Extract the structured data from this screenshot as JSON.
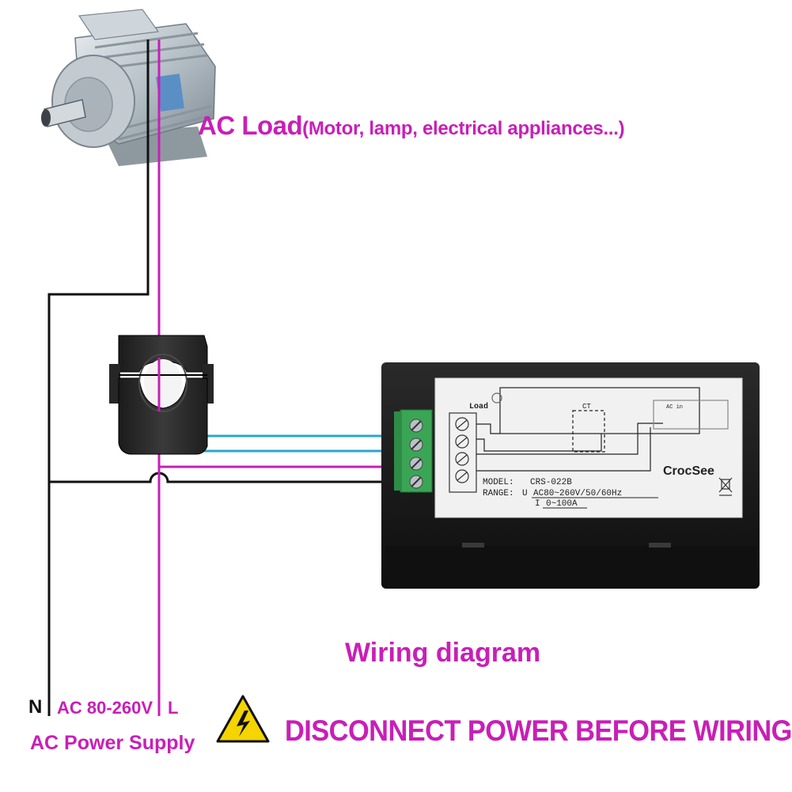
{
  "load": {
    "title": "AC Load",
    "subtitle": "(Motor, lamp, electrical appliances...)"
  },
  "diagram_title": "Wiring diagram",
  "warning": {
    "text": "DISCONNECT POWER BEFORE WIRING",
    "icon": "high-voltage-warning-icon"
  },
  "supply": {
    "n": "N",
    "voltage": "AC 80-260V",
    "l": "L",
    "label": "AC Power Supply"
  },
  "meter": {
    "brand": "CrocSee",
    "model_label": "MODEL:",
    "model": "CRS-022B",
    "range_label": "RANGE:",
    "u_label": "U",
    "u_range": "AC80~260V/50/60Hz",
    "i_label": "I",
    "i_range": "0~100A",
    "schematic_load": "Load",
    "schematic_ct": "CT",
    "schematic_ac_in": "AC in"
  },
  "colors": {
    "wire_live": "#c81fb7",
    "wire_neutral": "#111111",
    "wire_ct": "#2aa7c9",
    "text_accent": "#c81fb7",
    "terminal": "#3aa655"
  }
}
